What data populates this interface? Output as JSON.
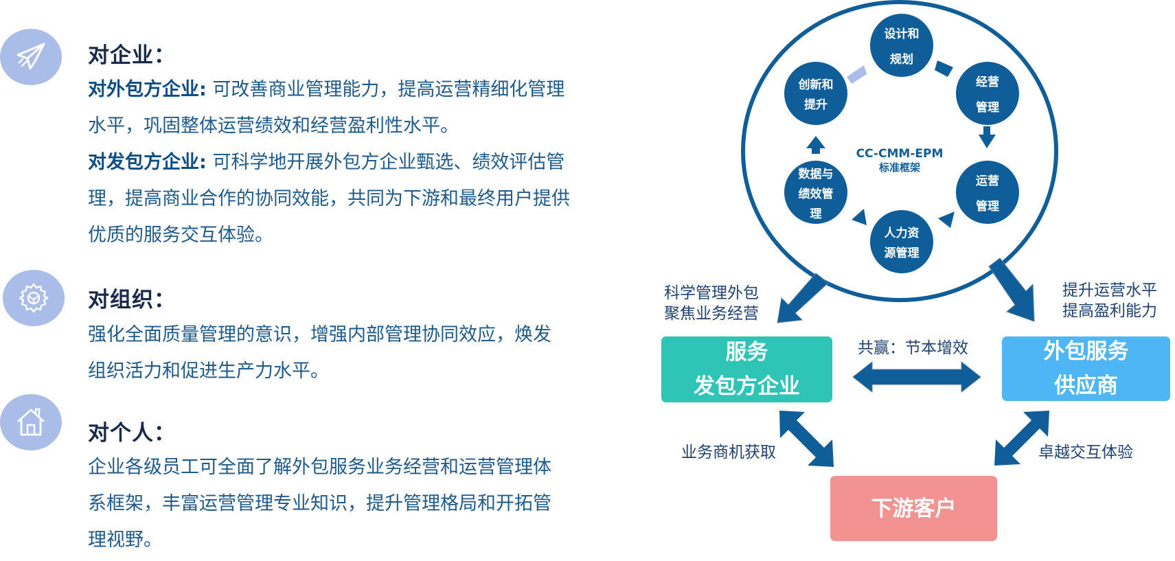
{
  "left": {
    "enterprise": {
      "icon": "paper-plane-icon",
      "title": "对企业：",
      "outsourcer_label": "对外包方企业:",
      "outsourcer_text": " 可改善商业管理能力，提高运营精细化管理水平，巩固整体运营绩效和经营盈利性水平。",
      "contractor_label": "对发包方企业:",
      "contractor_text": " 可科学地开展外包方企业甄选、绩效评估管理，提高商业合作的协同效能，共同为下游和最终用户提供优质的服务交互体验。"
    },
    "organization": {
      "icon": "gear-icon",
      "title": "对组织：",
      "text": "强化全面质量管理的意识，增强内部管理协同效应，焕发组织活力和促进生产力水平。"
    },
    "individual": {
      "icon": "house-icon",
      "title": "对个人：",
      "text": "企业各级员工可全面了解外包服务业务经营和运营管理体系框架，丰富运营管理专业知识，提升管理格局和开拓管理视野。"
    }
  },
  "diagram": {
    "center_line1": "CC-CMM-EPM",
    "center_line2": "标准框架",
    "nodes": [
      {
        "line1": "设计和",
        "line2": "规划"
      },
      {
        "line1": "经营",
        "line2": "管理"
      },
      {
        "line1": "运营",
        "line2": "管理"
      },
      {
        "line1": "人力资",
        "line2": "源管理"
      },
      {
        "line1": "数据与",
        "line2": "绩效管",
        "line3": "理"
      },
      {
        "line1": "创新和",
        "line2": "提升"
      }
    ],
    "left_label_line1": "科学管理外包",
    "left_label_line2": "聚焦业务经营",
    "right_label_line1": "提升运营水平",
    "right_label_line2": "提高盈利能力",
    "contractor_box_line1": "服务",
    "contractor_box_line2": "发包方企业",
    "provider_box_line1": "外包服务",
    "provider_box_line2": "供应商",
    "win_label": "共赢：节本增效",
    "left_bottom_label": "业务商机获取",
    "right_bottom_label": "卓越交互体验",
    "customer_box": "下游客户",
    "colors": {
      "navy": "#0f5d99",
      "teal": "#2ec4b6",
      "sky": "#4fb6f5",
      "pink": "#f39391",
      "icon_bg": "#a9bde8"
    }
  }
}
